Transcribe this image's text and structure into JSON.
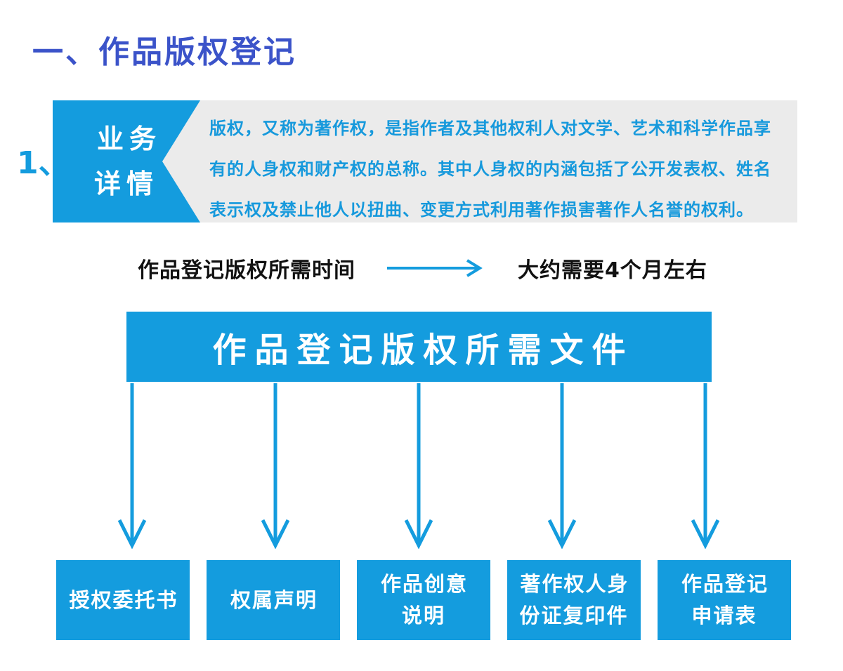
{
  "page": {
    "title": "一、作品版权登记",
    "section_number": "1、"
  },
  "business_detail": {
    "tag_label": "业务\n详情",
    "description": "版权，又称为著作权，是指作者及其他权利人对文学、艺术和科学作品享\n有的人身权和财产权的总称。其中人身权的内涵包括了公开发表权、姓名\n表示权及禁止他人以扭曲、变更方式利用著作损害著作人名誉的权利。"
  },
  "processing_time": {
    "question": "作品登记版权所需时间",
    "answer": "大约需要4个月左右",
    "arrow_icon": "right-arrow"
  },
  "required_documents": {
    "banner_title": "作品登记版权所需文件",
    "arrow_icon": "down-arrow",
    "items": [
      "授权委托书",
      "权属声明",
      "作品创意\n说明",
      "著作权人身\n份证复印件",
      "作品登记\n申请表"
    ]
  },
  "colors": {
    "accent_blue": "#149CDE",
    "heading_blue": "#3B53C9",
    "panel_gray": "#EBEBEB",
    "body_text": "#111111"
  }
}
